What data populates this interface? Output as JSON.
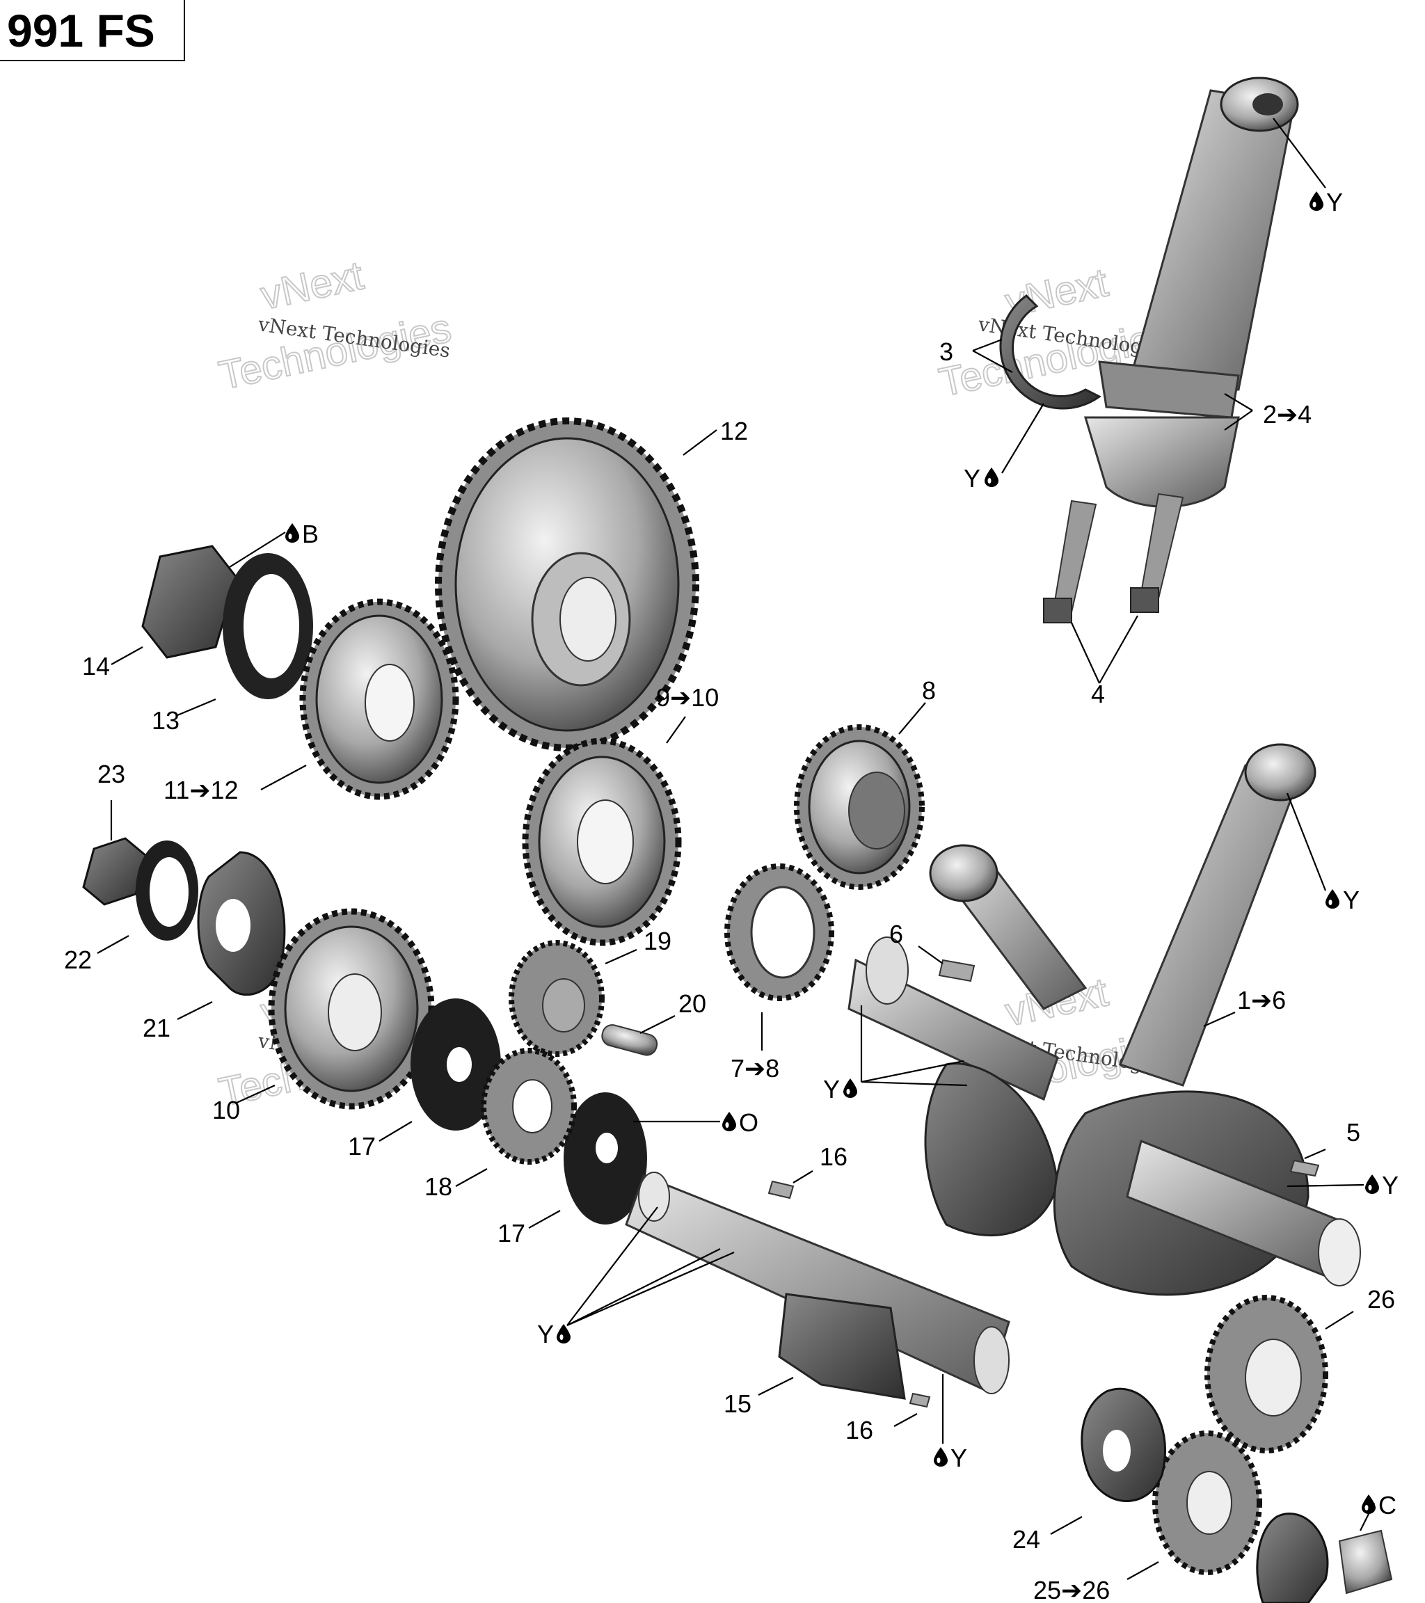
{
  "title": "991 FS",
  "watermark": {
    "line1": "vNext",
    "line2": "Technologies",
    "small": "vNext Technologies"
  },
  "symbols": {
    "drop_y": "Y",
    "drop_b": "B",
    "drop_o": "O",
    "drop_c": "C"
  },
  "callouts": {
    "c1": "12",
    "c2": "14",
    "c3": "13",
    "c4": "11➔12",
    "c5": "9➔10",
    "c6": "8",
    "c7": "23",
    "c8": "22",
    "c9": "21",
    "c10": "10",
    "c11": "17",
    "c12": "18",
    "c13": "17",
    "c14": "19",
    "c15": "20",
    "c16": "7➔8",
    "c17": "6",
    "c18": "1➔6",
    "c19": "5",
    "c20": "16",
    "c21": "15",
    "c22": "16",
    "c23": "26",
    "c24": "24",
    "c25": "25➔26",
    "c26": "3",
    "c27": "2➔4",
    "c28": "4"
  },
  "colors": {
    "line": "#000000",
    "part_light": "#d9d9d9",
    "part_mid": "#9a9a9a",
    "part_dark": "#3f3f3f"
  }
}
